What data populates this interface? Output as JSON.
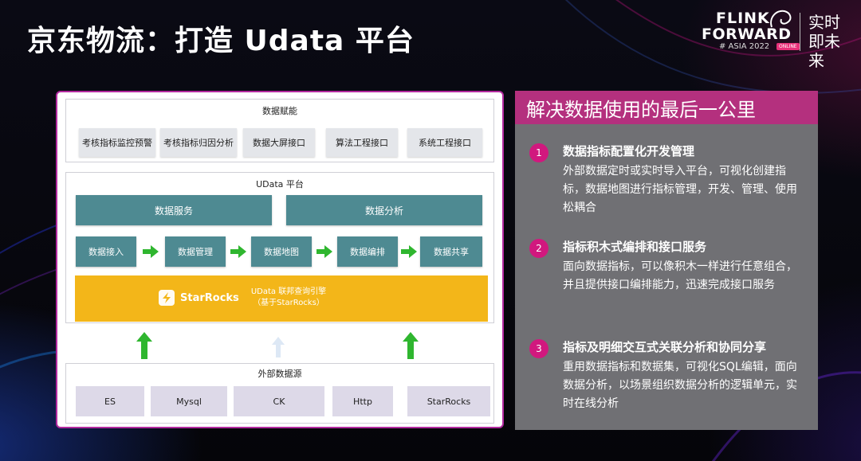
{
  "title": "京东物流：打造 Udata 平台",
  "logo": {
    "line1": "FLINK",
    "line2": "FORWARD",
    "line3": "# ASIA 2022",
    "badge": "ONLINE",
    "cn": "实时即未来"
  },
  "diagram": {
    "empower": {
      "title": "数据赋能",
      "items": [
        "考核指标监控预警",
        "考核指标归因分析",
        "数据大屏接口",
        "算法工程接口",
        "系统工程接口"
      ]
    },
    "platform": {
      "title": "UData 平台",
      "top": [
        "数据服务",
        "数据分析"
      ],
      "flow": [
        "数据接入",
        "数据管理",
        "数据地图",
        "数据编排",
        "数据共享"
      ],
      "engine_brand": "StarRocks",
      "engine_line1": "UData 联邦查询引擎",
      "engine_line2": "（基于StarRocks）"
    },
    "sources": {
      "title": "外部数据源",
      "items": [
        "ES",
        "Mysql",
        "CK",
        "Http",
        "StarRocks"
      ]
    },
    "colors": {
      "teal": "#4e8a92",
      "engine": "#f3b619",
      "arrow": "#2fb62f",
      "border": "#b32aa0"
    }
  },
  "panel": {
    "header": "解决数据使用的最后一公里",
    "items": [
      {
        "num": "1",
        "title": "数据指标配置化开发管理",
        "desc": "外部数据定时或实时导入平台，可视化创建指标，数据地图进行指标管理，开发、管理、使用松耦合"
      },
      {
        "num": "2",
        "title": "指标积木式编排和接口服务",
        "desc": "面向数据指标，可以像积木一样进行任意组合，并且提供接口编排能力，迅速完成接口服务"
      },
      {
        "num": "3",
        "title": "指标及明细交互式关联分析和协同分享",
        "desc": "重用数据指标和数据集，可视化SQL编辑，面向数据分析，以场景组织数据分析的逻辑单元，实时在线分析"
      }
    ],
    "colors": {
      "header": "#b4307e",
      "bg": "#707074",
      "num": "#d1187e"
    }
  }
}
